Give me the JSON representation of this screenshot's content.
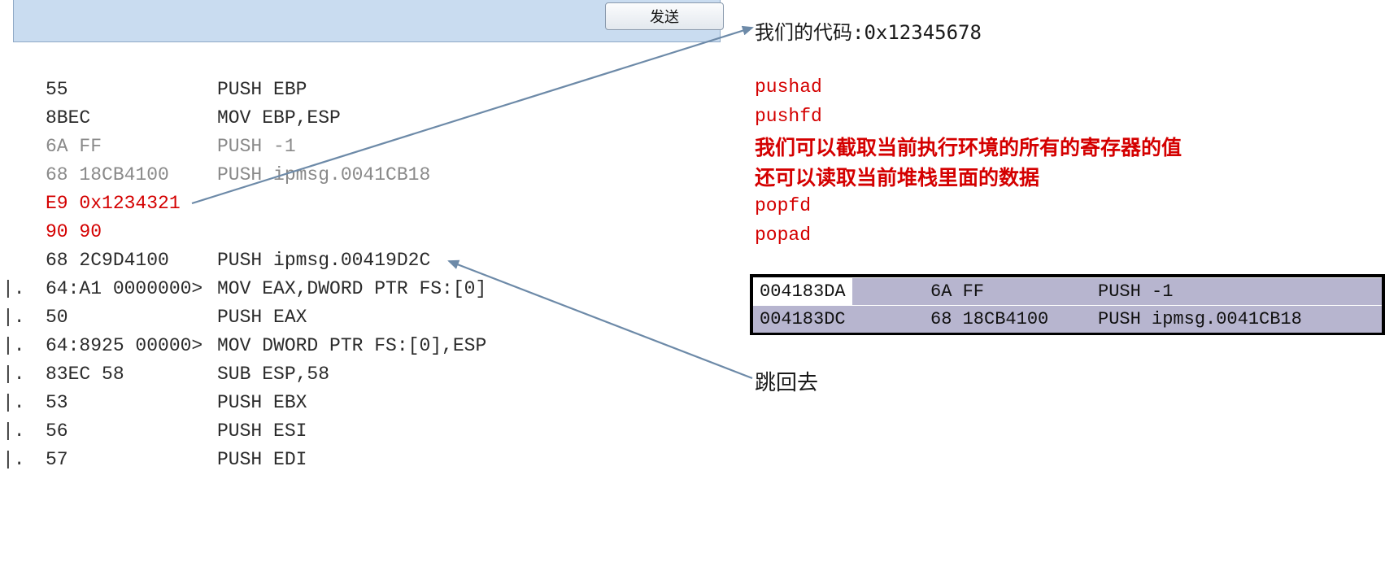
{
  "panel": {
    "send_label": "发送"
  },
  "disasm": [
    {
      "marker": "",
      "hex": "55",
      "instr": "PUSH EBP",
      "style": "normal"
    },
    {
      "marker": "",
      "hex": "8BEC",
      "instr": "MOV EBP,ESP",
      "style": "normal"
    },
    {
      "marker": "",
      "hex": "6A FF",
      "instr": "PUSH -1",
      "style": "gray"
    },
    {
      "marker": "",
      "hex": "68 18CB4100",
      "instr": "PUSH ipmsg.0041CB18",
      "style": "gray"
    },
    {
      "marker": "",
      "hex": "E9 0x1234321",
      "instr": "",
      "style": "red"
    },
    {
      "marker": "",
      "hex": "90 90",
      "instr": "",
      "style": "red"
    },
    {
      "marker": "",
      "hex": "68 2C9D4100",
      "instr": "PUSH ipmsg.00419D2C",
      "style": "normal"
    },
    {
      "marker": "|.",
      "hex": "64:A1 0000000>",
      "instr": "MOV EAX,DWORD PTR FS:[0]",
      "style": "normal"
    },
    {
      "marker": "|.",
      "hex": "50",
      "instr": "PUSH EAX",
      "style": "normal"
    },
    {
      "marker": "|.",
      "hex": "64:8925 00000>",
      "instr": "MOV DWORD PTR FS:[0],ESP",
      "style": "normal"
    },
    {
      "marker": "|.",
      "hex": "83EC 58",
      "instr": "SUB ESP,58",
      "style": "normal"
    },
    {
      "marker": "|.",
      "hex": "53",
      "instr": "PUSH EBX",
      "style": "normal"
    },
    {
      "marker": "|.",
      "hex": "56",
      "instr": "PUSH ESI",
      "style": "normal"
    },
    {
      "marker": "|.",
      "hex": "57",
      "instr": "PUSH EDI",
      "style": "normal"
    }
  ],
  "notes": {
    "code_title": "我们的代码:0x12345678",
    "pushad": "pushad",
    "pushfd": "pushfd",
    "line1": "我们可以截取当前执行环境的所有的寄存器的值",
    "line2": "还可以读取当前堆栈里面的数据",
    "popfd": "popfd",
    "popad": "popad",
    "jump_back": "跳回去"
  },
  "debugger_rows": [
    {
      "addr": "004183DA",
      "bytes": "6A FF",
      "instr": "PUSH -1"
    },
    {
      "addr": "004183DC",
      "bytes": "68 18CB4100",
      "instr": "PUSH ipmsg.0041CB18"
    }
  ],
  "colors": {
    "arrow": "#6d8aa8",
    "red_text": "#d40000",
    "gray_text": "#8a8a8a",
    "selection": "#b7b5cf"
  }
}
